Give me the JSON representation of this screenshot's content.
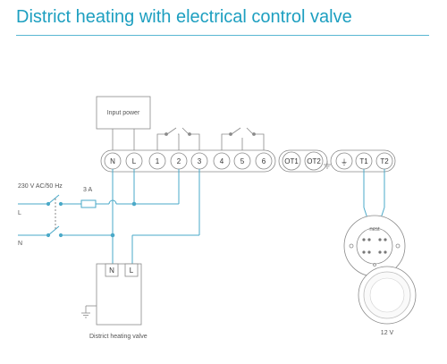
{
  "title": "District heating with electrical control valve",
  "input_power_label": "Input power",
  "terminals": {
    "n": "N",
    "l": "L",
    "t1": "1",
    "t2": "2",
    "t3": "3",
    "t4": "4",
    "t5": "5",
    "t6": "6",
    "ot1": "OT1",
    "ot2": "OT2",
    "earth": "⏚",
    "therm_t1": "T1",
    "therm_t2": "T2"
  },
  "supply_label": "230 V AC/50 Hz",
  "fuse_label": "3 A",
  "line_l": "L",
  "line_n": "N",
  "valve": {
    "n": "N",
    "l": "L",
    "label": "District heating valve"
  },
  "thermostat": {
    "brand": "nest",
    "voltage": "12 V"
  },
  "colors": {
    "title": "#1d9fc0",
    "wire": "#4aa9c8",
    "outline": "#8a8a8a"
  }
}
